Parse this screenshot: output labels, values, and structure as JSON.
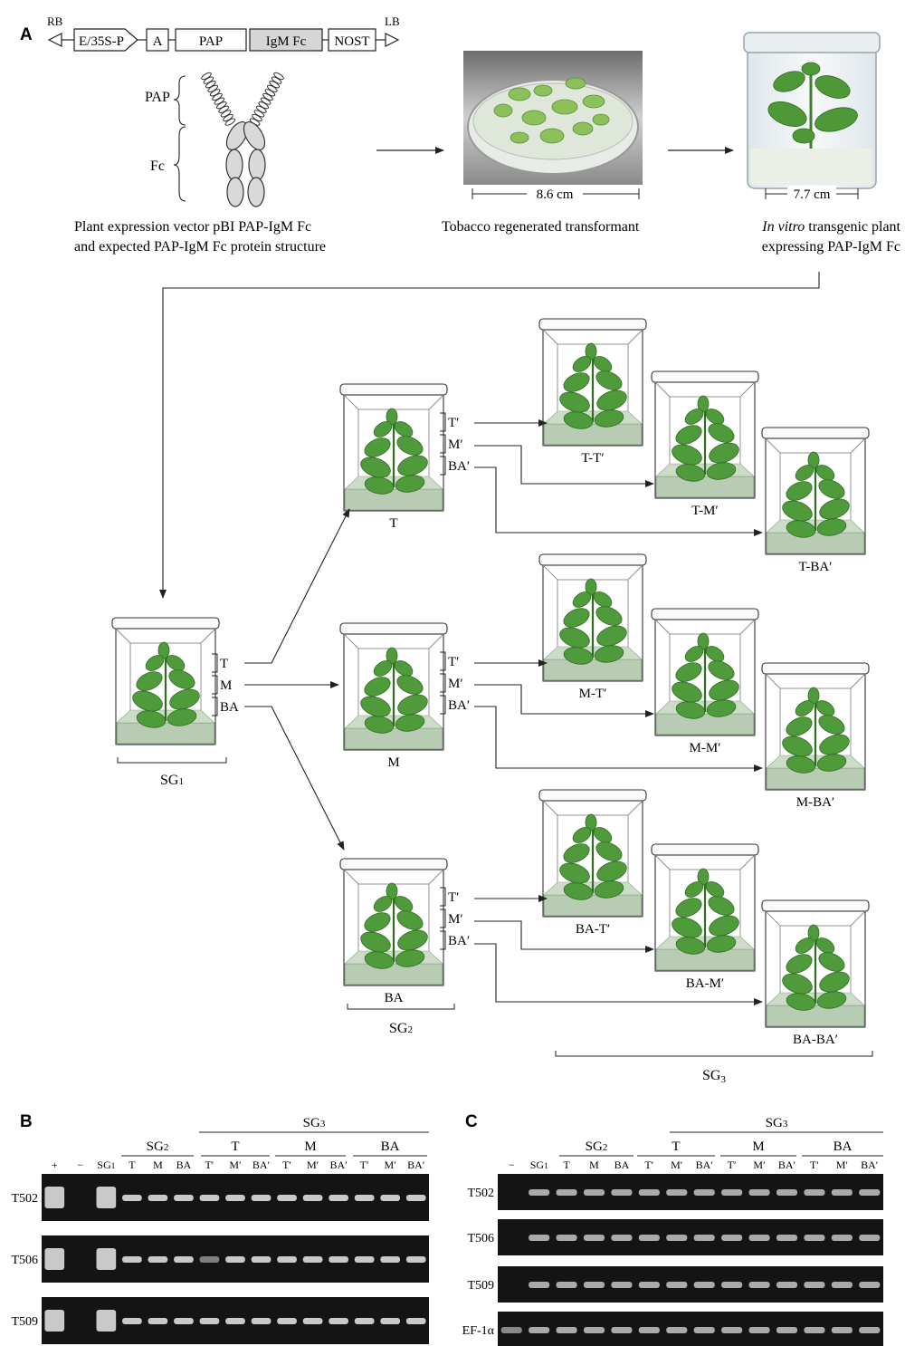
{
  "colors": {
    "leaf": "#4f9a3a",
    "leaf_dark": "#2f6e22",
    "medium": "#b8ccb4",
    "gel_bg": "#141414",
    "band": "#e9e9e9"
  },
  "panelA": {
    "label": "A",
    "vector": {
      "rb": "RB",
      "lb": "LB",
      "promoter": "E/35S-P",
      "a": "A",
      "pap": "PAP",
      "igm": "IgM Fc",
      "nost": "NOST"
    },
    "protein": {
      "pap": "PAP",
      "fc": "Fc"
    },
    "caption1": [
      "Plant expression vector pBI PAP-IgM Fc",
      "and expected PAP-IgM Fc protein structure"
    ],
    "caption2": "Tobacco regenerated transformant",
    "caption3_italic": "In vitro",
    "caption3_rest": " transgenic plant",
    "caption3_line2": "expressing PAP-IgM Fc",
    "scale1": "8.6 cm",
    "scale2": "7.7 cm",
    "cuts1": [
      "T",
      "M",
      "BA"
    ],
    "cuts2": [
      "T′",
      "M′",
      "BA′"
    ],
    "sg1_labels": [
      "T",
      "M",
      "BA"
    ],
    "sg3_labels": [
      "T-T′",
      "T-M′",
      "T-BA′",
      "M-T′",
      "M-M′",
      "M-BA′",
      "BA-T′",
      "BA-M′",
      "BA-BA′"
    ],
    "sg1": "SG",
    "sg1_sub": "1",
    "sg2": "SG",
    "sg2_sub": "2",
    "sg3": "SG",
    "sg3_sub": "3"
  },
  "panelB": {
    "label": "B",
    "group_sg3": "SG",
    "group_sg3_sub": "3",
    "group_sg2": "SG",
    "group_sg2_sub": "2",
    "groups": [
      "T",
      "M",
      "BA"
    ],
    "lanes": [
      "+",
      "−",
      "SG1",
      "T",
      "M",
      "BA",
      "T′",
      "M′",
      "BA′",
      "T′",
      "M′",
      "BA′",
      "T′",
      "M′",
      "BA′"
    ],
    "rows": [
      "T502",
      "T506",
      "T509"
    ]
  },
  "panelC": {
    "label": "C",
    "group_sg3": "SG",
    "group_sg3_sub": "3",
    "group_sg2": "SG",
    "group_sg2_sub": "2",
    "groups": [
      "T",
      "M",
      "BA"
    ],
    "lanes": [
      "−",
      "SG1",
      "T",
      "M",
      "BA",
      "T′",
      "M′",
      "BA′",
      "T′",
      "M′",
      "BA′",
      "T′",
      "M′",
      "BA′"
    ],
    "rows": [
      "T502",
      "T506",
      "T509",
      "EF-1α"
    ]
  }
}
